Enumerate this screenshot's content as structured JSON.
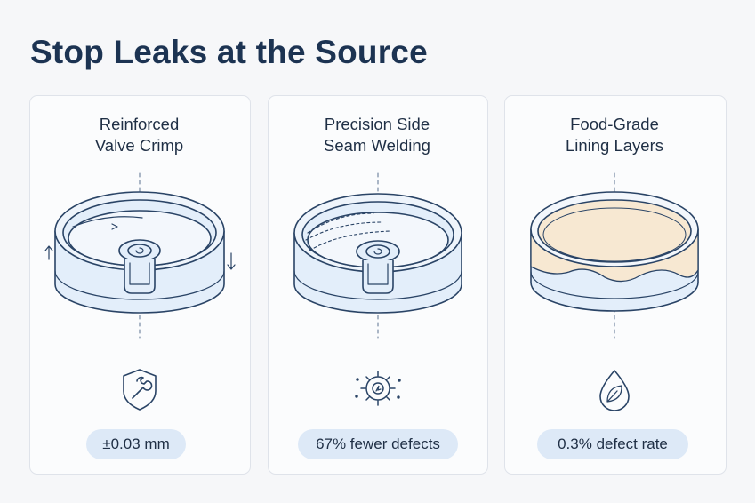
{
  "page": {
    "title": "Stop Leaks at the Source"
  },
  "cards": [
    {
      "title": "Reinforced\nValve Crimp",
      "icon": "shield-wrench-icon",
      "stat": "±0.03 mm"
    },
    {
      "title": "Precision Side\nSeam Welding",
      "icon": "gear-icon",
      "stat": "67% fewer defects"
    },
    {
      "title": "Food-Grade\nLining Layers",
      "icon": "leaf-drop-icon",
      "stat": "0.3% defect rate"
    }
  ],
  "colors": {
    "title": "#1c3352",
    "stroke": "#2a4466",
    "metal_fill": "#e3eefa",
    "lining_fill": "#f7e8d2",
    "pill_bg": "#dde9f7"
  }
}
